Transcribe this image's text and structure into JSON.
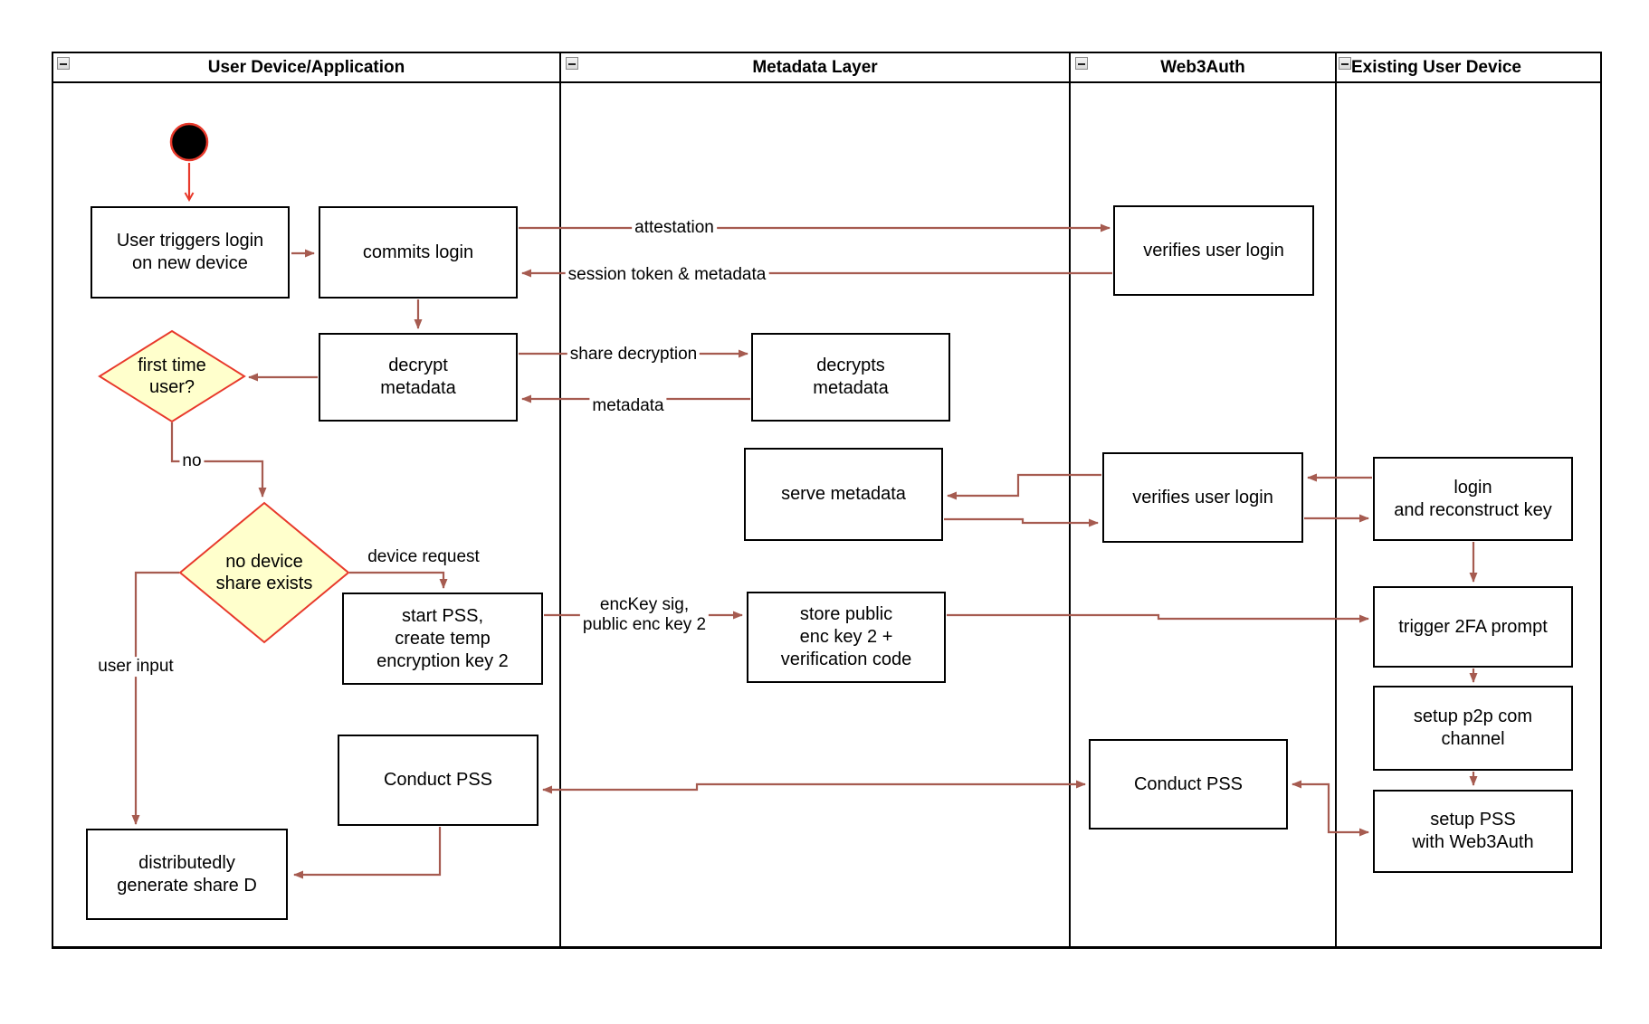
{
  "lanes": [
    {
      "title": "User Device/Application"
    },
    {
      "title": "Metadata Layer"
    },
    {
      "title": "Web3Auth"
    },
    {
      "title": "Existing User Device"
    }
  ],
  "nodes": {
    "user_triggers": {
      "label": "User triggers login\non new device"
    },
    "commits": {
      "label": "commits login"
    },
    "decrypt": {
      "label": "decrypt\nmetadata"
    },
    "decrypts": {
      "label": "decrypts\nmetadata"
    },
    "serve": {
      "label": "serve metadata"
    },
    "verifies_row1": {
      "label": "verifies user login"
    },
    "verifies_row2": {
      "label": "verifies user login"
    },
    "login_reconstruct": {
      "label": "login\nand reconstruct key"
    },
    "start_pss": {
      "label": "start PSS,\ncreate temp\nencryption key 2"
    },
    "store_public": {
      "label": "store public\nenc key 2 +\nverification code"
    },
    "trigger_2fa": {
      "label": "trigger 2FA prompt"
    },
    "setup_p2p": {
      "label": "setup p2p com\nchannel"
    },
    "setup_pss": {
      "label": "setup PSS\nwith Web3Auth"
    },
    "conduct_pss_device": {
      "label": "Conduct PSS"
    },
    "conduct_pss_web3auth": {
      "label": "Conduct PSS"
    },
    "distributedly": {
      "label": "distributedly\ngenerate share D"
    },
    "first_time_user": {
      "label": "first time\nuser?"
    },
    "no_device_share": {
      "label": "no device\nshare exists"
    }
  },
  "edge_labels": {
    "attestation": "attestation",
    "session_token": "session token & metadata",
    "share_decryption": "share decryption",
    "metadata": "metadata",
    "no": "no",
    "device_request": "device request",
    "enckey": "encKey sig,\npublic enc key 2",
    "user_input": "user input"
  },
  "colors": {
    "arrow_brick": "#a65b50",
    "accent_red": "#e8392b",
    "diamond_fill": "#ffffcc",
    "border_black": "#000000"
  }
}
